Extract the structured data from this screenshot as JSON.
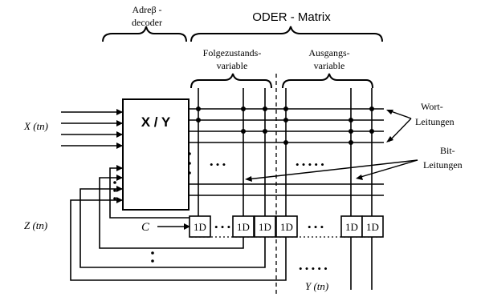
{
  "labels": {
    "decoder_title_line1": "Adreβ -",
    "decoder_title_line2": "decoder",
    "matrix_title": "ODER - Matrix",
    "state_vars_line1": "Folgezustands-",
    "state_vars_line2": "variable",
    "output_vars_line1": "Ausgangs-",
    "output_vars_line2": "variable",
    "decoder_box": "X / Y",
    "input_x": "X (tn)",
    "input_z": "Z (tn)",
    "clock": "C",
    "output_y": "Y (tn)",
    "word_lines_line1": "Wort-",
    "word_lines_line2": "Leitungen",
    "bit_lines_line1": "Bit-",
    "bit_lines_line2": "Leitungen",
    "flipflop": "1D",
    "ellipsis_short": "• • •",
    "ellipsis_long": "• • • • •"
  },
  "colors": {
    "ink": "#000000",
    "paper": "#ffffff"
  }
}
